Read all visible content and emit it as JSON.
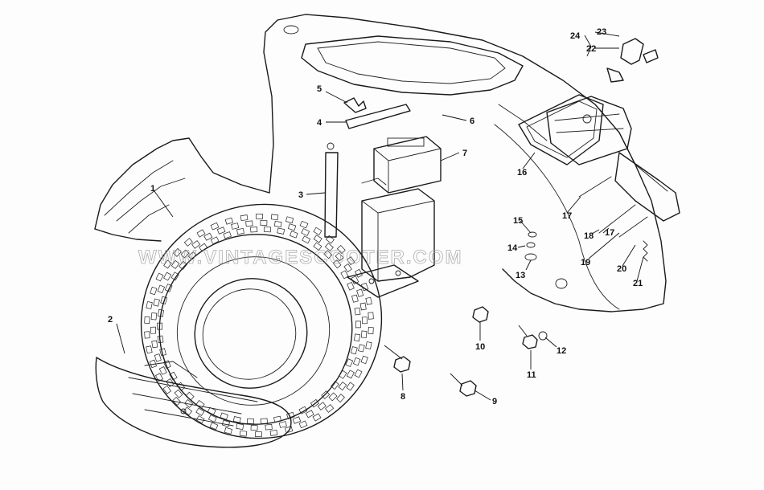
{
  "diagram": {
    "watermark": "WWW.VINTAGESCOOTER.COM",
    "part_numbers": [
      "1",
      "2",
      "3",
      "4",
      "5",
      "6",
      "7",
      "8",
      "9",
      "10",
      "11",
      "12",
      "13",
      "14",
      "15",
      "16",
      "17",
      "17",
      "18",
      "19",
      "20",
      "21",
      "22",
      "23",
      "24"
    ]
  },
  "colors": {
    "ink": "#1a1a1a",
    "paper": "#fdfdfd",
    "watermark": "#9a9a9a"
  }
}
